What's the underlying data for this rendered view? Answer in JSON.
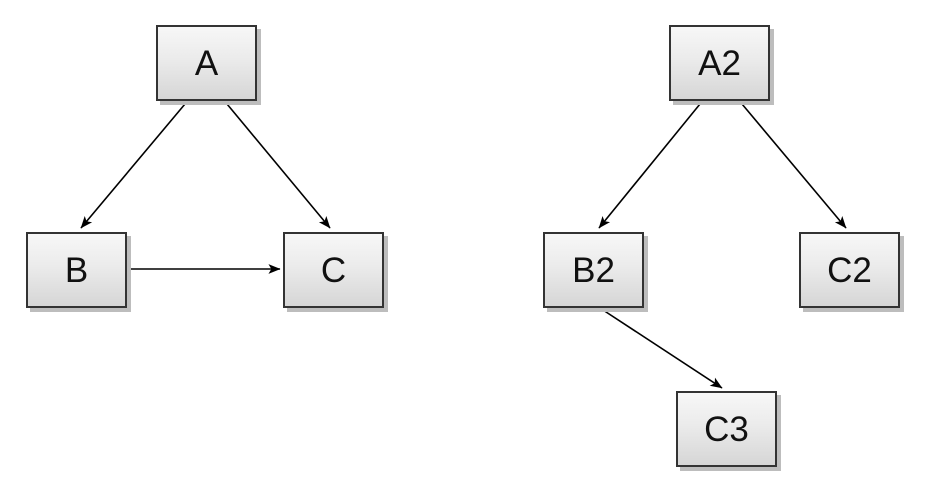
{
  "page": {
    "background": "#ffffff"
  },
  "style": {
    "node_border_color": "#333333",
    "node_fill_top": "#f7f7f7",
    "node_fill_bottom": "#d6d6d6",
    "node_shadow_color": "#bdbdbd",
    "edge_color": "#000000",
    "label_color": "#111111"
  },
  "diagrams": [
    {
      "id": "left-graph",
      "nodes": [
        {
          "id": "A",
          "label": "A"
        },
        {
          "id": "B",
          "label": "B"
        },
        {
          "id": "C",
          "label": "C"
        }
      ],
      "edges": [
        {
          "from": "A",
          "to": "B"
        },
        {
          "from": "A",
          "to": "C"
        },
        {
          "from": "B",
          "to": "C"
        }
      ]
    },
    {
      "id": "right-graph",
      "nodes": [
        {
          "id": "A2",
          "label": "A2"
        },
        {
          "id": "B2",
          "label": "B2"
        },
        {
          "id": "C2",
          "label": "C2"
        },
        {
          "id": "C3",
          "label": "C3"
        }
      ],
      "edges": [
        {
          "from": "A2",
          "to": "B2"
        },
        {
          "from": "A2",
          "to": "C2"
        },
        {
          "from": "B2",
          "to": "C3"
        }
      ]
    }
  ]
}
